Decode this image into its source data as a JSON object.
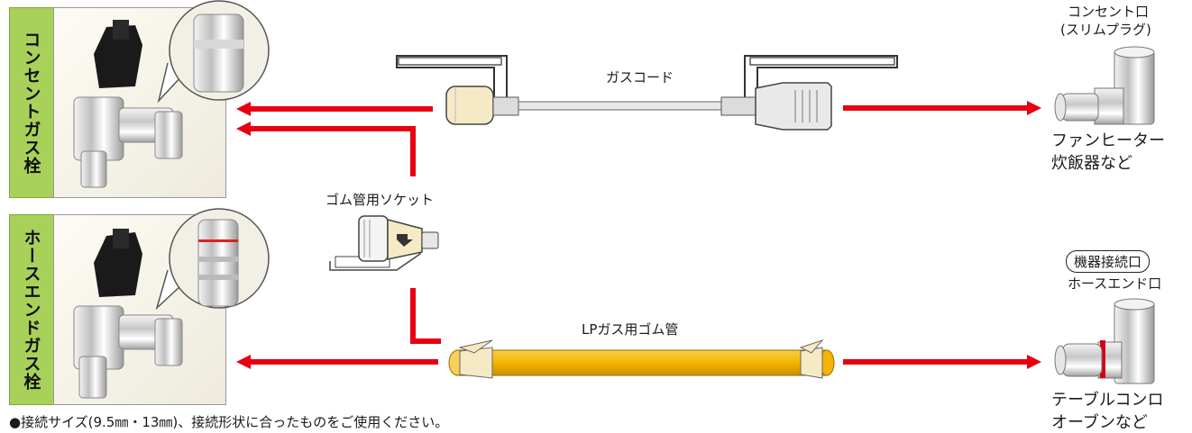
{
  "labels": {
    "concent_valve": "コンセントガス栓",
    "hoseend_valve": "ホースエンドガス栓",
    "gas_cord": "ガスコード",
    "rubber_socket": "ゴム管用ソケット",
    "lp_hose": "LPガス用ゴム管",
    "outlet_title_line1": "コンセント口",
    "outlet_title_line2": "(スリムプラグ)",
    "appliance_top_line1": "ファンヒーター",
    "appliance_top_line2": "炊飯器など",
    "device_connection_badge": "機器接続口",
    "hose_end_port": "ホースエンド口",
    "appliance_bottom_line1": "テーブルコンロ",
    "appliance_bottom_line2": "オーブンなど"
  },
  "footer_note": "●接続サイズ(9.5㎜・13㎜)、接続形状に合ったものをご使用ください。",
  "colors": {
    "arrow_red": "#e60012",
    "label_green": "#a8d15a",
    "hose_orange": "#f2b400"
  }
}
